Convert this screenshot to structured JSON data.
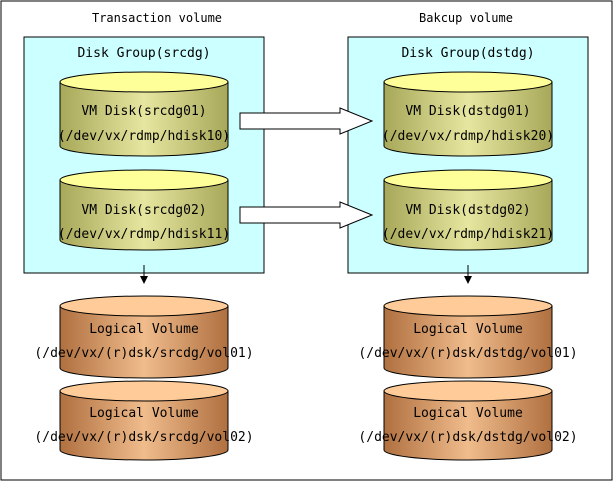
{
  "titles": {
    "left": "Transaction volume",
    "right": "Bakcup volume"
  },
  "groups": {
    "left": {
      "label": "Disk Group(srcdg)",
      "disks": [
        {
          "name": "VM Disk(srcdg01)",
          "path": "(/dev/vx/rdmp/hdisk10)"
        },
        {
          "name": "VM Disk(srcdg02)",
          "path": "(/dev/vx/rdmp/hdisk11)"
        }
      ],
      "volumes": [
        {
          "name": "Logical Volume",
          "path": "(/dev/vx/(r)dsk/srcdg/vol01)"
        },
        {
          "name": "Logical Volume",
          "path": "(/dev/vx/(r)dsk/srcdg/vol02)"
        }
      ]
    },
    "right": {
      "label": "Disk Group(dstdg)",
      "disks": [
        {
          "name": "VM Disk(dstdg01)",
          "path": "(/dev/vx/rdmp/hdisk20)"
        },
        {
          "name": "VM Disk(dstdg02)",
          "path": "(/dev/vx/rdmp/hdisk21)"
        }
      ],
      "volumes": [
        {
          "name": "Logical Volume",
          "path": "(/dev/vx/(r)dsk/dstdg/vol01)"
        },
        {
          "name": "Logical Volume",
          "path": "(/dev/vx/(r)dsk/dstdg/vol02)"
        }
      ]
    }
  },
  "colors": {
    "group_fill": "#ccffff",
    "disk_body": "#cccc80",
    "disk_top": "#ffff99",
    "volume_body": "#d9a070",
    "volume_top": "#ffcc99"
  }
}
